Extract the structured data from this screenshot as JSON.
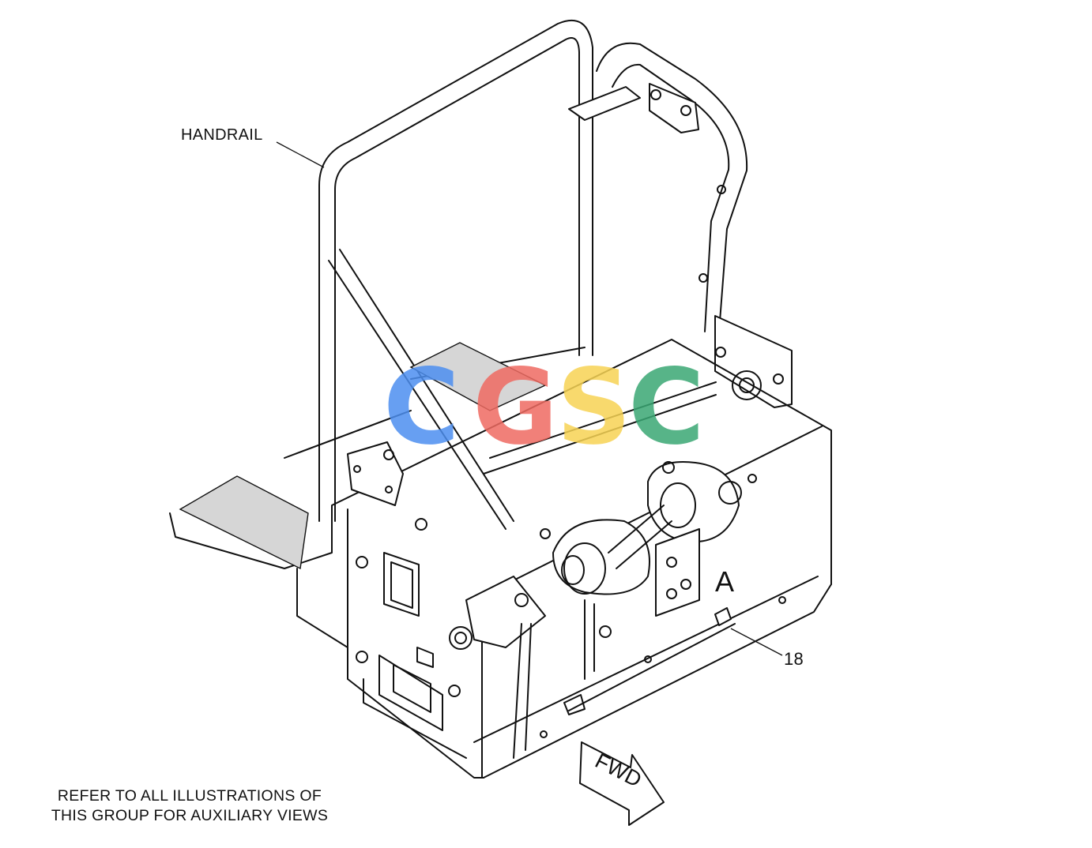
{
  "labels": {
    "handrail": "HANDRAIL",
    "callout_18": "18",
    "view_a": "A",
    "fwd": "FWD",
    "note_line1": "REFER TO ALL ILLUSTRATIONS OF",
    "note_line2": "THIS GROUP FOR AUXILIARY VIEWS"
  },
  "watermark": {
    "letters": [
      "C",
      "G",
      "S",
      "C"
    ],
    "colors": [
      "#4d8ff0",
      "#ef6b62",
      "#f7d354",
      "#3aa874"
    ]
  },
  "colors": {
    "line": "#111111",
    "background": "#ffffff"
  }
}
